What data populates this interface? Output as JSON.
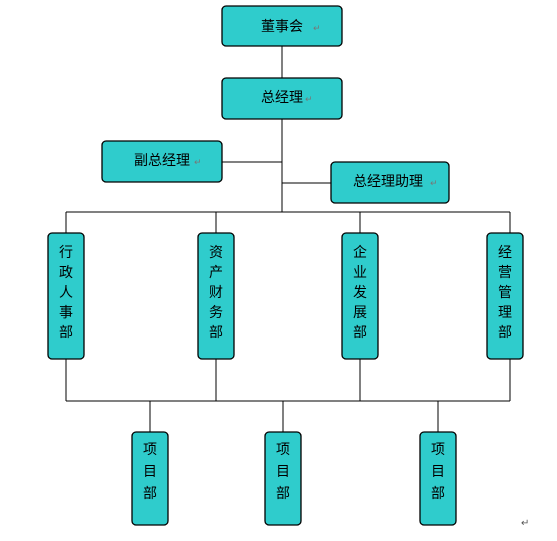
{
  "org_chart": {
    "board": "董事会",
    "gm": "总经理",
    "deputy_gm": "副总经理",
    "gm_assistant": "总经理助理",
    "departments": [
      {
        "label": "行政人事部"
      },
      {
        "label": "资产财务部"
      },
      {
        "label": "企业发展部"
      },
      {
        "label": "经营管理部"
      }
    ],
    "projects": [
      {
        "label": "项目部"
      },
      {
        "label": "项目部"
      },
      {
        "label": "项目部"
      }
    ],
    "return_mark": "↵"
  },
  "colors": {
    "box_fill": "#2fcccc",
    "box_stroke": "#000000",
    "line": "#000000"
  }
}
